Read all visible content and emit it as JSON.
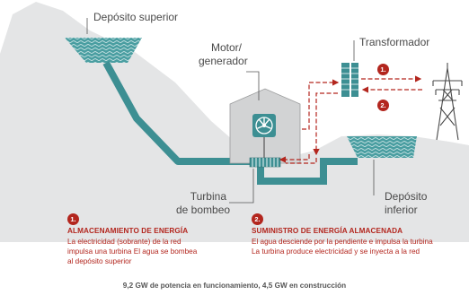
{
  "labels": {
    "upper_reservoir": "Depósito superior",
    "motor_line1": "Motor/",
    "motor_line2": "generador",
    "transformer": "Transformador",
    "turbine_line1": "Turbina",
    "turbine_line2": "de bombeo",
    "lower_line1": "Depósito",
    "lower_line2": "inferior"
  },
  "sections": [
    {
      "number": "1.",
      "title": "ALMACENAMIENTO DE ENERGÍA",
      "lines": [
        "La electricidad (sobrante) de la red",
        "impulsa una turbina El agua se bombea",
        "al depósito superior"
      ]
    },
    {
      "number": "2.",
      "title": "SUMINISTRO DE ENERGÍA ALMACENADA",
      "lines": [
        "El agua desciende por la pendiente e impulsa la turbina",
        "La turbina produce electricidad y se inyecta a la red"
      ]
    }
  ],
  "arrow_badges": [
    "1.",
    "2."
  ],
  "footer": "9,2 GW de potencia en funcionamiento, 4,5 GW en construcción",
  "colors": {
    "mountain": "#e4e5e6",
    "water": "#3d8f93",
    "pipe": "#3d8f93",
    "accent": "#b3261e",
    "house": "#d2d3d4",
    "text": "#4a4a4a"
  }
}
